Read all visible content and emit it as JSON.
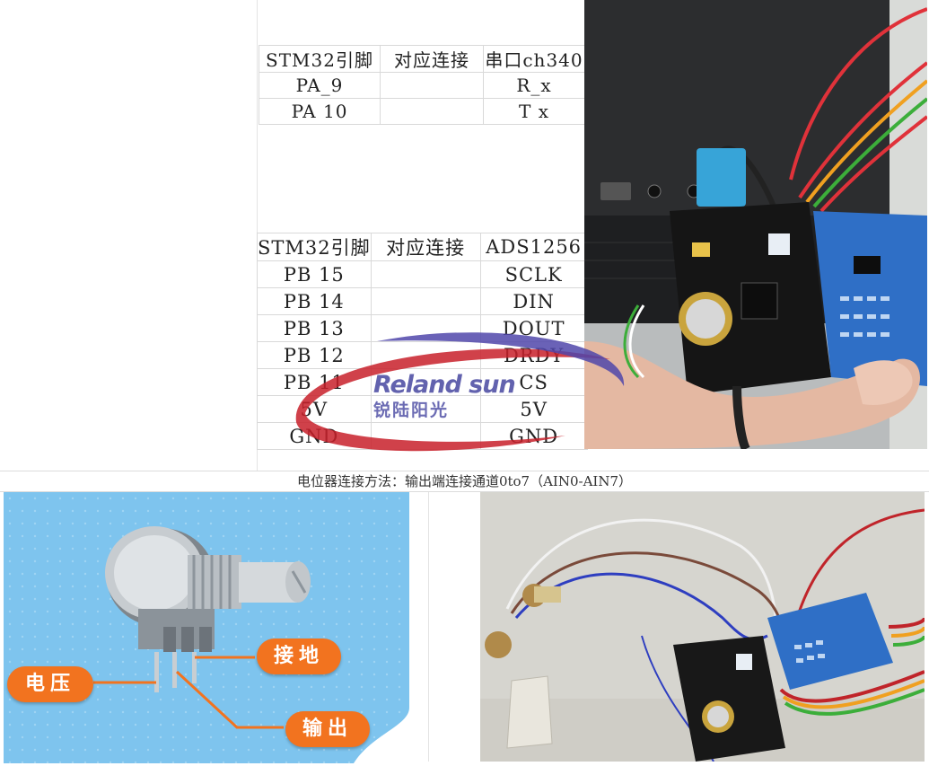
{
  "uart_table": {
    "headers": [
      "STM32引脚",
      "对应连接",
      "串口ch340"
    ],
    "rows": [
      [
        "PA_9",
        "",
        "R_x"
      ],
      [
        "PA 10",
        "",
        "T x"
      ]
    ]
  },
  "ads_table": {
    "headers": [
      "STM32引脚",
      "对应连接",
      "ADS1256"
    ],
    "rows": [
      [
        "PB 15",
        "",
        "SCLK"
      ],
      [
        "PB 14",
        "",
        "DIN"
      ],
      [
        "PB 13",
        "",
        "DOUT"
      ],
      [
        "PB 12",
        "",
        "DRDY"
      ],
      [
        "PB 11",
        "",
        "CS"
      ],
      [
        "5V",
        "",
        "5V"
      ],
      [
        "GND",
        "",
        "GND"
      ]
    ]
  },
  "caption": "电位器连接方法：输出端连接通道0to7（AIN0-AIN7）",
  "potentiometer": {
    "label_voltage": "电压",
    "label_ground": "接地",
    "label_output": "输出"
  },
  "watermark": {
    "brand": "Reland sun",
    "brand_cn": "锐陆阳光"
  },
  "colors": {
    "tag_orange": "#f2731f",
    "panel_blue": "#7ec4ee",
    "watermark_red": "#c8202a",
    "watermark_blue": "#4646a0"
  }
}
